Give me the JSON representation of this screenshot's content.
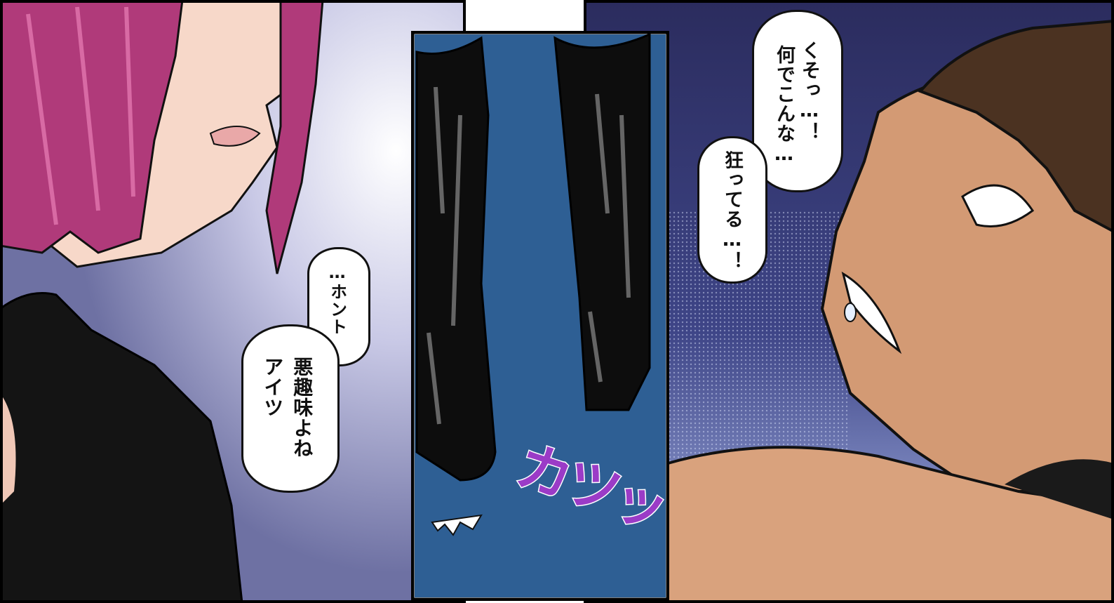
{
  "panels": {
    "left": {
      "bubble_lines": [
        "…ホント",
        "悪趣味よね",
        "アイツ"
      ]
    },
    "middle": {
      "sfx": "カツッ"
    },
    "right": {
      "bubble1_lines": [
        "くそっ…！",
        "何でこんな…"
      ],
      "bubble2_lines": [
        "狂ってる…！"
      ]
    }
  },
  "colors": {
    "hair": "#b03a7a",
    "skin": "#f7d8c9",
    "top": "#141414",
    "panel_left_bg": "#7d80ad",
    "floor": "#2e5f94",
    "boots": "#0d0d0d",
    "night_bg": "#2d2f63",
    "man_hair": "#4b3221",
    "man_skin": "#d39a74",
    "sfx": "#9b3bc7"
  }
}
